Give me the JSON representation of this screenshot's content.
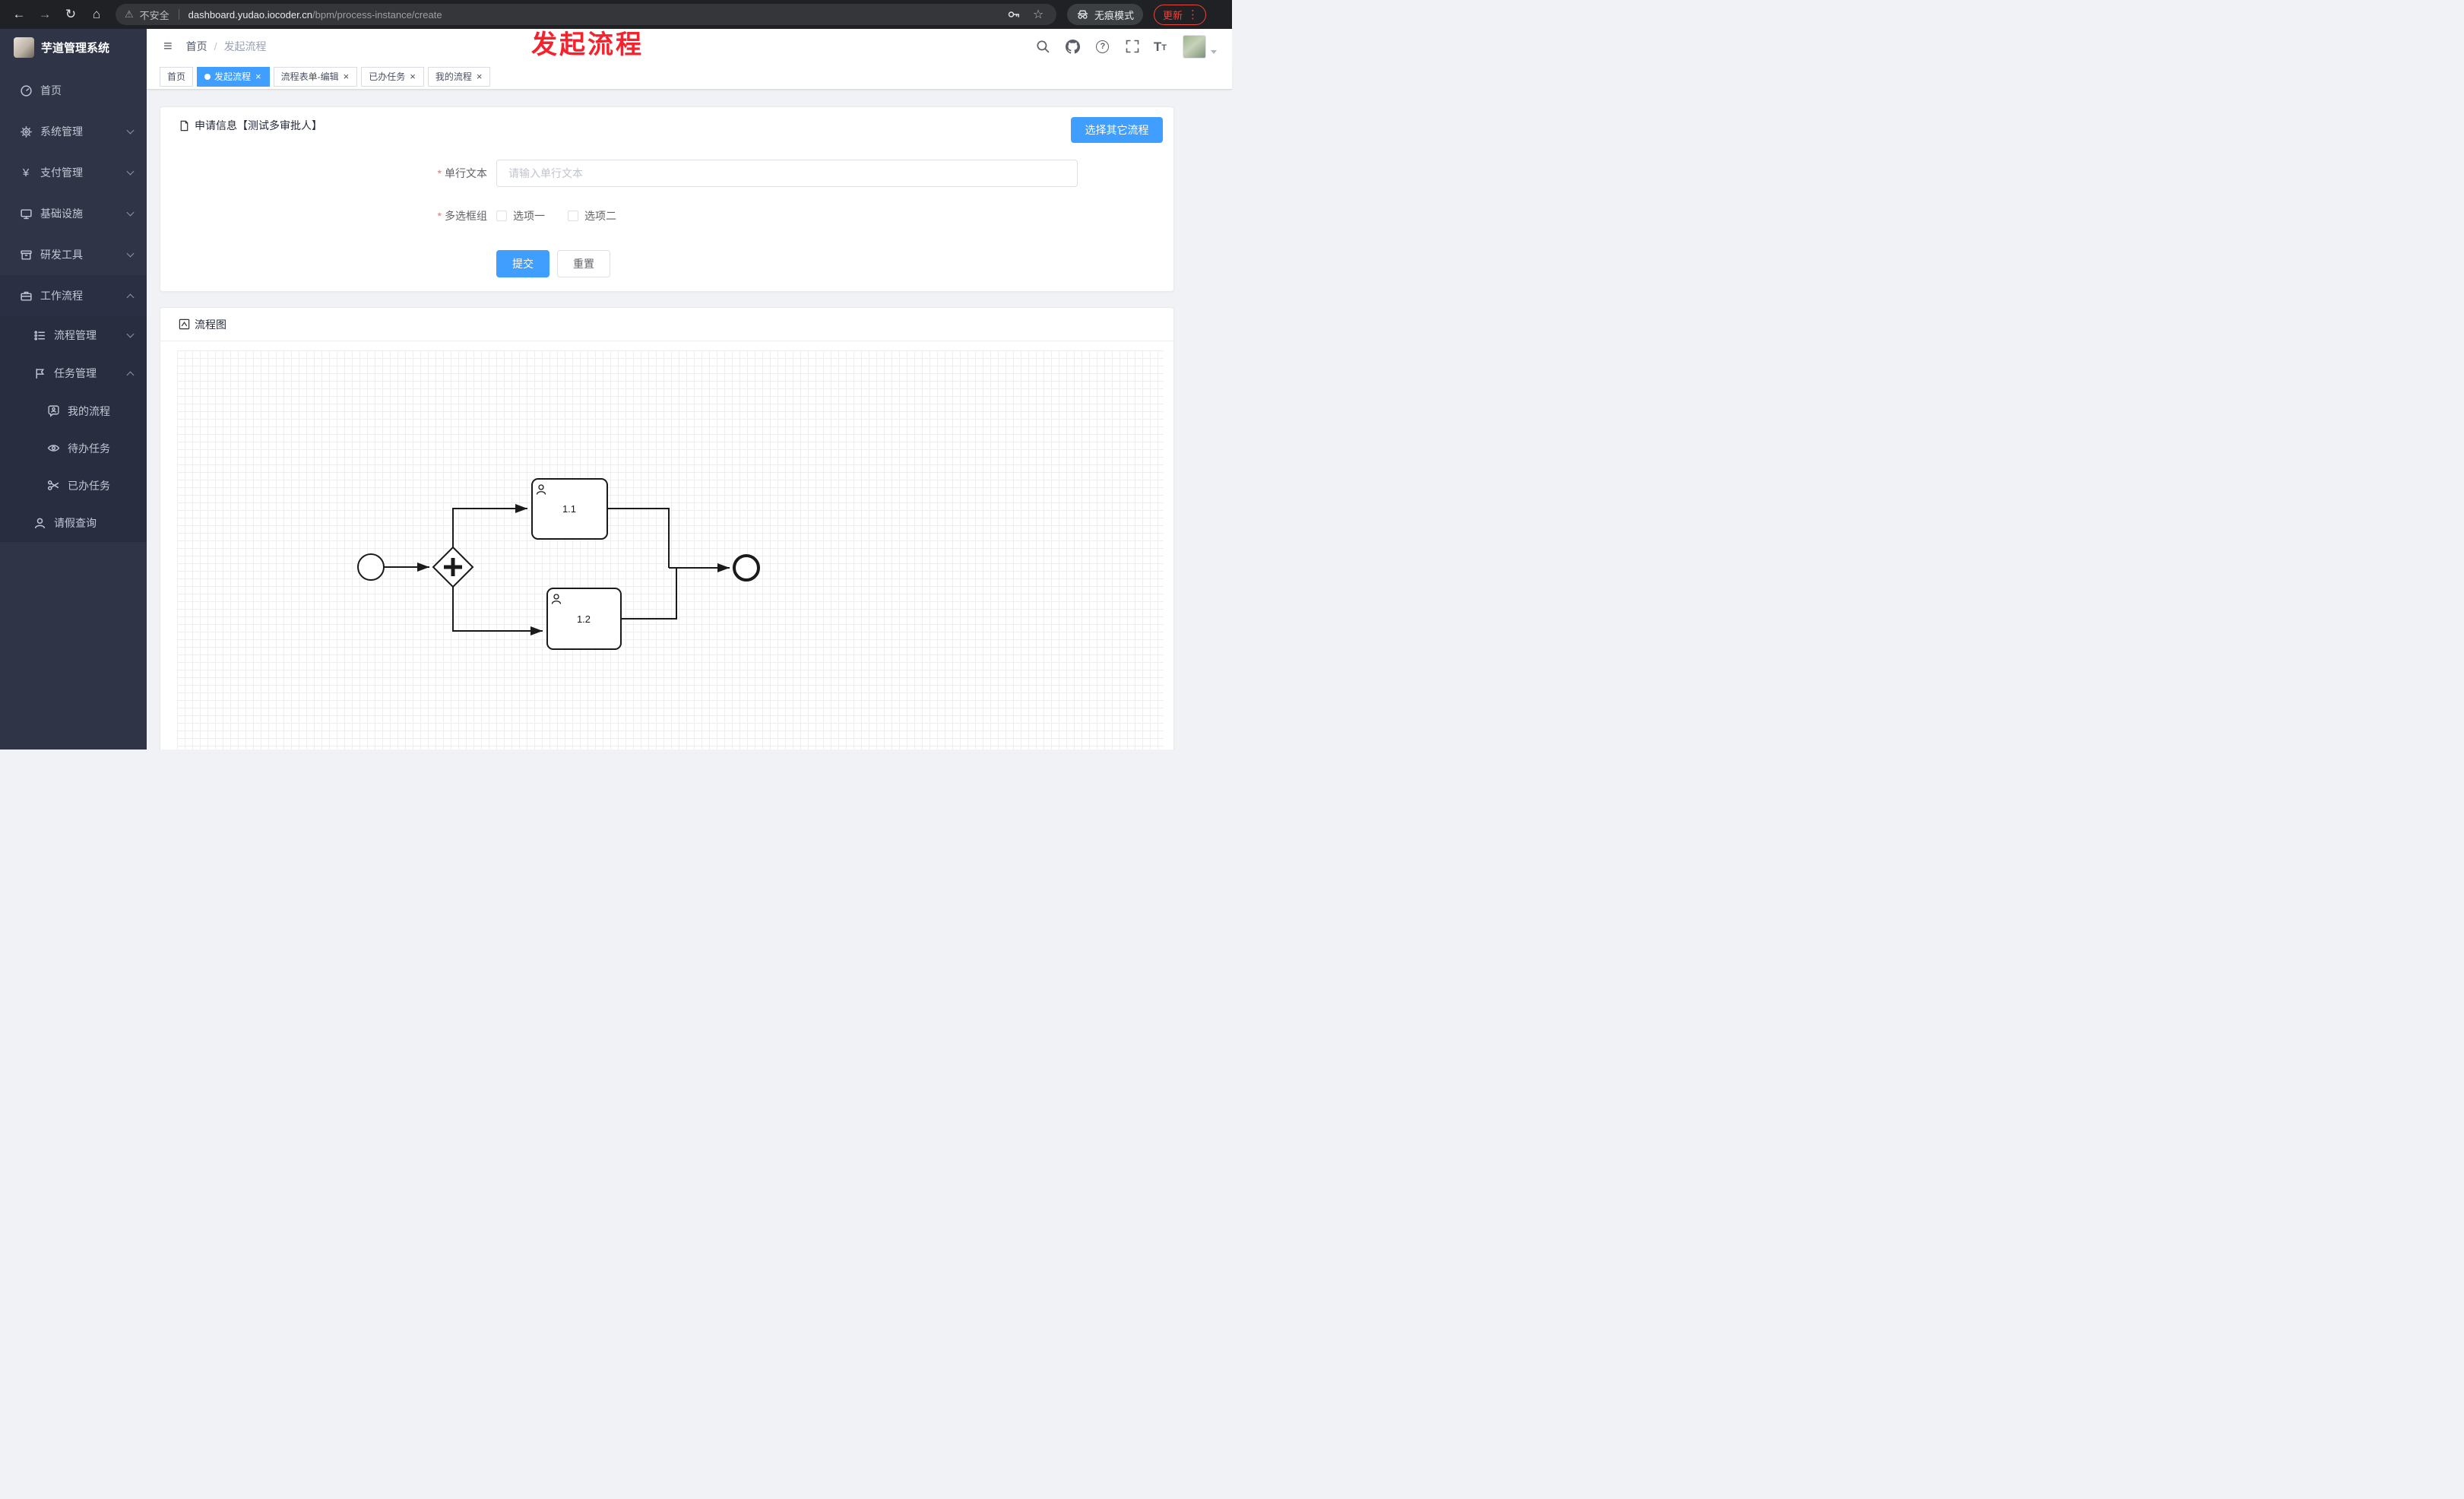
{
  "browser": {
    "security_label": "不安全",
    "url_host": "dashboard.yudao.iocoder.cn",
    "url_path": "/bpm/process-instance/create",
    "incognito_label": "无痕模式",
    "update_label": "更新"
  },
  "annotation": {
    "text": "发起流程",
    "color": "#f5222d"
  },
  "sidebar": {
    "logo_title": "芋道管理系统",
    "items": [
      {
        "label": "首页"
      },
      {
        "label": "系统管理"
      },
      {
        "label": "支付管理"
      },
      {
        "label": "基础设施"
      },
      {
        "label": "研发工具"
      },
      {
        "label": "工作流程"
      }
    ],
    "workflow_children": [
      {
        "label": "流程管理"
      },
      {
        "label": "任务管理"
      },
      {
        "label": "请假查询"
      }
    ],
    "task_children": [
      {
        "label": "我的流程"
      },
      {
        "label": "待办任务"
      },
      {
        "label": "已办任务"
      }
    ]
  },
  "header": {
    "breadcrumb": [
      "首页",
      "发起流程"
    ],
    "separator": "/"
  },
  "tabs": {
    "items": [
      {
        "label": "首页",
        "active": false,
        "closable": false
      },
      {
        "label": "发起流程",
        "active": true,
        "closable": true
      },
      {
        "label": "流程表单-编辑",
        "active": false,
        "closable": true
      },
      {
        "label": "已办任务",
        "active": false,
        "closable": true
      },
      {
        "label": "我的流程",
        "active": false,
        "closable": true
      }
    ]
  },
  "form_card": {
    "title": "申请信息【测试多审批人】",
    "choose_other": "选择其它流程",
    "required_mark": "*",
    "field1_label": "单行文本",
    "field1_placeholder": "请输入单行文本",
    "field2_label": "多选框组",
    "option1": "选项一",
    "option2": "选项二",
    "submit": "提交",
    "reset": "重置"
  },
  "flow_card": {
    "title": "流程图",
    "nodes": [
      {
        "type": "start-event"
      },
      {
        "type": "parallel-gateway"
      },
      {
        "type": "user-task",
        "label": "1.1"
      },
      {
        "type": "user-task",
        "label": "1.2"
      },
      {
        "type": "end-event"
      }
    ]
  },
  "icons": {
    "back": "←",
    "forward": "→",
    "reload": "↻",
    "home": "⌂",
    "warning": "⚠",
    "star": "☆",
    "menu_dots": "⋮",
    "hamburger": "≡",
    "close": "×",
    "yen": "¥",
    "question": "?",
    "letter_t": "T"
  },
  "colors": {
    "accent": "#409eff",
    "annotation_red": "#f5222d",
    "sidebar_bg": "#2f3447",
    "chrome_bg": "#202124",
    "update_red": "#e8453c"
  }
}
